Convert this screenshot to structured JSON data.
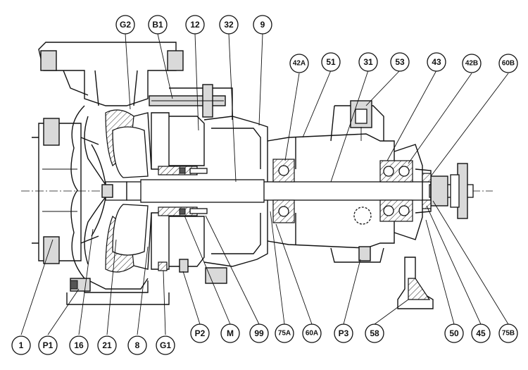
{
  "callouts": [
    {
      "id": "G2",
      "label": "G2"
    },
    {
      "id": "B1",
      "label": "B1"
    },
    {
      "id": "12",
      "label": "12"
    },
    {
      "id": "32",
      "label": "32"
    },
    {
      "id": "9",
      "label": "9"
    },
    {
      "id": "42A",
      "label": "42A"
    },
    {
      "id": "51",
      "label": "51"
    },
    {
      "id": "31",
      "label": "31"
    },
    {
      "id": "53",
      "label": "53"
    },
    {
      "id": "43",
      "label": "43"
    },
    {
      "id": "42B",
      "label": "42B"
    },
    {
      "id": "60B",
      "label": "60B"
    },
    {
      "id": "1",
      "label": "1"
    },
    {
      "id": "P1",
      "label": "P1"
    },
    {
      "id": "16",
      "label": "16"
    },
    {
      "id": "21",
      "label": "21"
    },
    {
      "id": "8",
      "label": "8"
    },
    {
      "id": "G1",
      "label": "G1"
    },
    {
      "id": "P2",
      "label": "P2"
    },
    {
      "id": "M",
      "label": "M"
    },
    {
      "id": "99",
      "label": "99"
    },
    {
      "id": "75A",
      "label": "75A"
    },
    {
      "id": "60A",
      "label": "60A"
    },
    {
      "id": "P3",
      "label": "P3"
    },
    {
      "id": "58",
      "label": "58"
    },
    {
      "id": "50",
      "label": "50"
    },
    {
      "id": "45",
      "label": "45"
    },
    {
      "id": "75B",
      "label": "75B"
    }
  ]
}
